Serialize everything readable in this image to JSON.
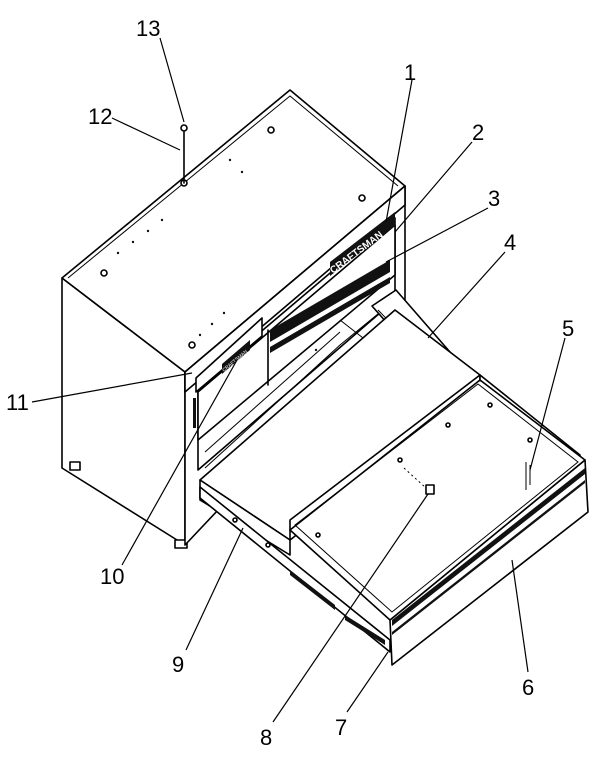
{
  "diagram": {
    "logo_text_large": "CRAFTSMAN",
    "logo_text_small": "CRAFTSMAN",
    "callouts": [
      {
        "id": "1",
        "label": "1"
      },
      {
        "id": "2",
        "label": "2"
      },
      {
        "id": "3",
        "label": "3"
      },
      {
        "id": "4",
        "label": "4"
      },
      {
        "id": "5",
        "label": "5"
      },
      {
        "id": "6",
        "label": "6"
      },
      {
        "id": "7",
        "label": "7"
      },
      {
        "id": "8",
        "label": "8"
      },
      {
        "id": "9",
        "label": "9"
      },
      {
        "id": "10",
        "label": "10"
      },
      {
        "id": "11",
        "label": "11"
      },
      {
        "id": "12",
        "label": "12"
      },
      {
        "id": "13",
        "label": "13"
      }
    ]
  }
}
